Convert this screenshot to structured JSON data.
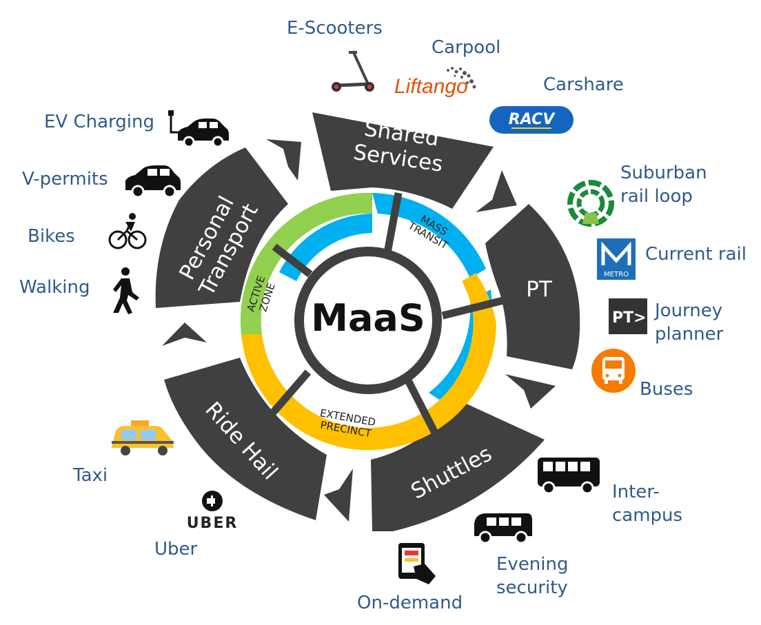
{
  "center": {
    "title": "MaaS"
  },
  "segments": {
    "shared": {
      "line1": "Shared",
      "line2": "Services"
    },
    "pt": {
      "label": "PT"
    },
    "shuttles": {
      "label": "Shuttles"
    },
    "ridehail": {
      "label": "Ride Hail"
    },
    "personal": {
      "line1": "Personal",
      "line2": "Transport"
    }
  },
  "zones": {
    "mass_transit": {
      "line1": "MASS",
      "line2": "TRANSIT"
    },
    "active_zone": {
      "line1": "ACTIVE",
      "line2": "ZONE"
    },
    "extended_precinct": {
      "line1": "EXTENDED",
      "line2": "PRECINCT"
    }
  },
  "services": {
    "escooters": "E-Scooters",
    "carpool": "Carpool",
    "carpool_logo": "Liftango",
    "carshare": "Carshare",
    "carshare_logo": "RACV",
    "suburban_rail": {
      "line1": "Suburban",
      "line2": "rail loop"
    },
    "current_rail": "Current rail",
    "current_rail_logo": "METRO",
    "journey_planner": {
      "line1": "Journey",
      "line2": "planner"
    },
    "journey_planner_logo": "PT>",
    "buses": "Buses",
    "intercampus": {
      "line1": "Inter-",
      "line2": "campus"
    },
    "evening_security": {
      "line1": "Evening",
      "line2": "security"
    },
    "on_demand": "On-demand",
    "uber": "Uber",
    "uber_logo": "UBER",
    "taxi": "Taxi",
    "walking": "Walking",
    "bikes": "Bikes",
    "vpermits": "V-permits",
    "ev_charging": "EV Charging"
  },
  "colors": {
    "segment": "#404040",
    "green": "#92d050",
    "blue": "#00b0f0",
    "yellow": "#ffc000",
    "label_text": "#2f5a8c",
    "bus_orange": "#f57c00",
    "racv_blue": "#1565c0"
  },
  "icons": [
    "e-scooter-icon",
    "liftango-logo",
    "racv-logo",
    "suburban-rail-icon",
    "metro-logo",
    "pt-logo",
    "bus-icon",
    "intercampus-bus-icon",
    "evening-shuttle-icon",
    "on-demand-icon",
    "uber-logo",
    "taxi-icon",
    "walking-icon",
    "bike-icon",
    "car-icon",
    "ev-charging-icon"
  ]
}
